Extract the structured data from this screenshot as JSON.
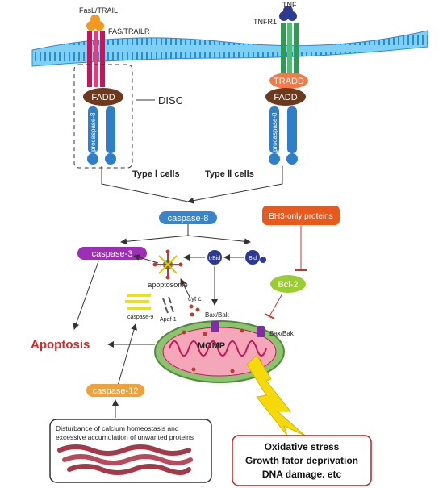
{
  "labels": {
    "fasl": "FasL/TRAIL",
    "fas": "FAS/TRAILR",
    "tnf": "TNF",
    "tnfr1": "TNFR1",
    "tradd": "TRADD",
    "fadd_left": "FADD",
    "fadd_right": "FADD",
    "disc": "DISC",
    "procasp8_left": "procaspase-8",
    "procasp8_right": "procaspase-8",
    "type1": "Type Ⅰ cells",
    "type2": "Type Ⅱ cells",
    "caspase8": "caspase-8",
    "bh3": "BH3-only proteins",
    "bcl2": "Bcl-2",
    "caspase3": "caspase-3",
    "tbid": "t-Bid",
    "bid": "Bid",
    "apoptosome": "apoptosome",
    "cytc": "cyt c",
    "caspase9": "caspase-9",
    "apaf1": "Apaf-1",
    "baxbak_top": "Bax/Bak",
    "baxbak_right": "Bax/Bak",
    "apoptosis": "Apoptosis",
    "momp": "MOMP",
    "caspase12": "caspase-12",
    "er_line1": "Disturbance of calcium homeostasis and",
    "er_line2": "excessive accumulation of unwanted proteins",
    "stress1": "Oxidative stress",
    "stress2": "Growth fator deprivation",
    "stress3": "DNA damage. etc"
  },
  "colors": {
    "membrane": "#4ab4e6",
    "receptor_left": "#c2185b",
    "receptor_right": "#2e9a52",
    "fadd": "#6b3a1f",
    "procaspase": "#2f7fc8",
    "caspase8": "#3a84c7",
    "caspase3": "#9b2fb6",
    "bh3": "#e8591e",
    "bcl2": "#9acd32",
    "caspase12": "#f0a23a",
    "apoptosis": "#d12a2a",
    "mito_outer": "#6aa84f",
    "mito_inner": "#f4a7b9",
    "bolt": "#f5d90a",
    "stress_border": "#b22222"
  }
}
